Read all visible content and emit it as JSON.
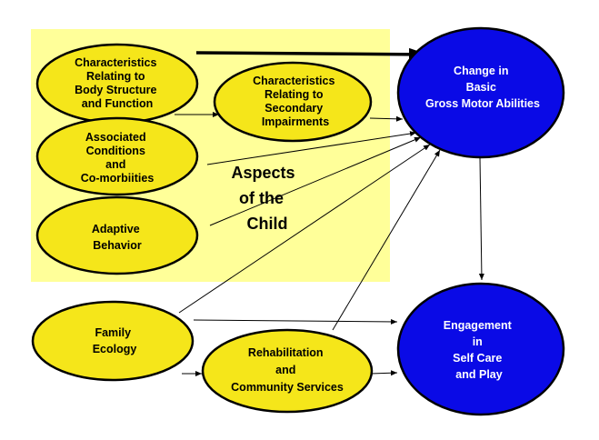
{
  "diagram": {
    "colors": {
      "panel": "#ffff99",
      "yellow_node": "#f5e61a",
      "blue_node": "#0a0ae6",
      "stroke": "#000000",
      "white_text": "#ffffff",
      "black_text": "#000000"
    },
    "panel_label": [
      "Aspects",
      "of the",
      "Child"
    ],
    "nodes": {
      "body_structure": [
        "Characteristics",
        "Relating to",
        "Body Structure",
        "and Function"
      ],
      "secondary": [
        "Characteristics",
        "Relating to",
        "Secondary",
        "Impairments"
      ],
      "associated": [
        "Associated",
        "Conditions",
        "and",
        "Co-morbiities"
      ],
      "adaptive": [
        "Adaptive",
        "Behavior"
      ],
      "family": [
        "Family",
        "Ecology"
      ],
      "rehab": [
        "Rehabilitation",
        "and",
        "Community Services"
      ],
      "motor": [
        "Change in",
        "Basic",
        "Gross Motor Abilities"
      ],
      "engagement": [
        "Engagement",
        "in",
        "Self Care",
        "and Play"
      ]
    }
  }
}
